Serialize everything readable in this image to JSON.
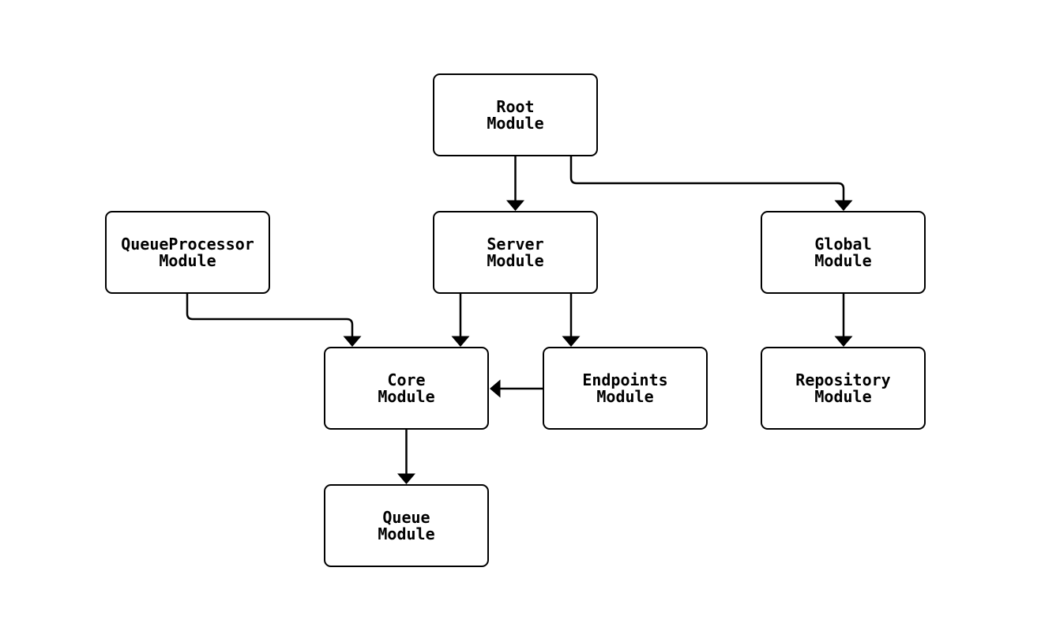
{
  "diagram": {
    "type": "flowchart",
    "background": "#ffffff",
    "node_style": {
      "fill": "#ffffff",
      "stroke": "#000000",
      "text_color": "#000000"
    },
    "nodes": [
      {
        "id": "root",
        "label": "Root\nModule"
      },
      {
        "id": "queueprocessor",
        "label": "QueueProcessor\nModule"
      },
      {
        "id": "server",
        "label": "Server\nModule"
      },
      {
        "id": "global",
        "label": "Global\nModule"
      },
      {
        "id": "core",
        "label": "Core\nModule"
      },
      {
        "id": "endpoints",
        "label": "Endpoints\nModule"
      },
      {
        "id": "repository",
        "label": "Repository\nModule"
      },
      {
        "id": "queue",
        "label": "Queue\nModule"
      }
    ],
    "edges": [
      {
        "from": "Root Module",
        "to": "Server Module"
      },
      {
        "from": "Root Module",
        "to": "Global Module"
      },
      {
        "from": "QueueProcessor Module",
        "to": "Core Module"
      },
      {
        "from": "Server Module",
        "to": "Core Module"
      },
      {
        "from": "Server Module",
        "to": "Endpoints Module"
      },
      {
        "from": "Endpoints Module",
        "to": "Core Module"
      },
      {
        "from": "Global Module",
        "to": "Repository Module"
      },
      {
        "from": "Core Module",
        "to": "Queue Module"
      }
    ]
  }
}
